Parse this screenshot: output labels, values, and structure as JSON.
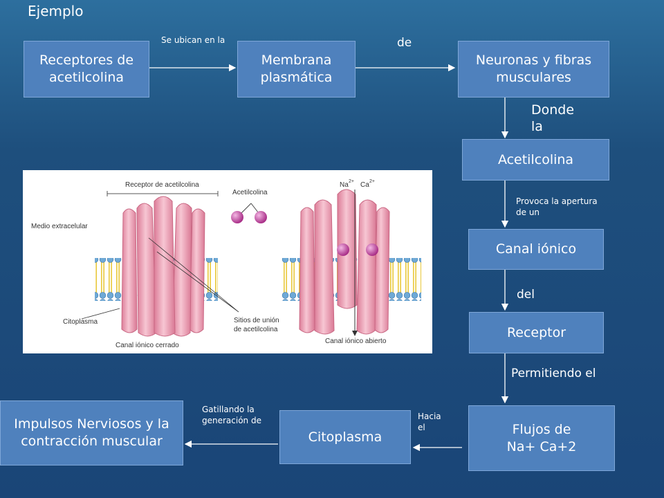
{
  "title": "Ejemplo",
  "boxes": {
    "receptores": "Receptores de acetilcolina",
    "membrana": "Membrana plasmática",
    "neuronas": "Neuronas y fibras musculares",
    "acetilcolina": "Acetilcolina",
    "canal": "Canal iónico",
    "receptor": "Receptor",
    "flujos_line1": "Flujos de",
    "flujos_line2": "Na+ Ca+2",
    "citoplasma": "Citoplasma",
    "impulsos": "Impulsos Nerviosos y la contracción muscular"
  },
  "connectors": {
    "se_ubican": "Se ubican en la",
    "de": "de",
    "donde_la": "Donde la",
    "provoca": "Provoca la apertura de un",
    "del": "del",
    "permitiendo": "Permitiendo el",
    "hacia": "Hacia el",
    "gatillando": "Gatillando la generación de"
  },
  "figure": {
    "receptor_label": "Receptor de acetilcolina",
    "acetilcolina_label": "Acetilcolina",
    "medio_extracelular": "Medio extracelular",
    "citoplasma": "Citoplasma",
    "canal_cerrado": "Canal iónico cerrado",
    "sitios_line1": "Sitios de unión",
    "sitios_line2": "de acetilcolina",
    "canal_abierto": "Canal iónico abierto",
    "ion_na": "Na",
    "ion_ca": "Ca",
    "ion_na_charge": "2+",
    "ion_ca_charge": "2+"
  },
  "colors": {
    "box_fill": "#4f81bd",
    "background": "#1e4f7d",
    "protein": "#eea0b4",
    "ligand": "#c0399a",
    "lipid_head": "#6fa9d6",
    "lipid_tail": "#f2d94a"
  }
}
